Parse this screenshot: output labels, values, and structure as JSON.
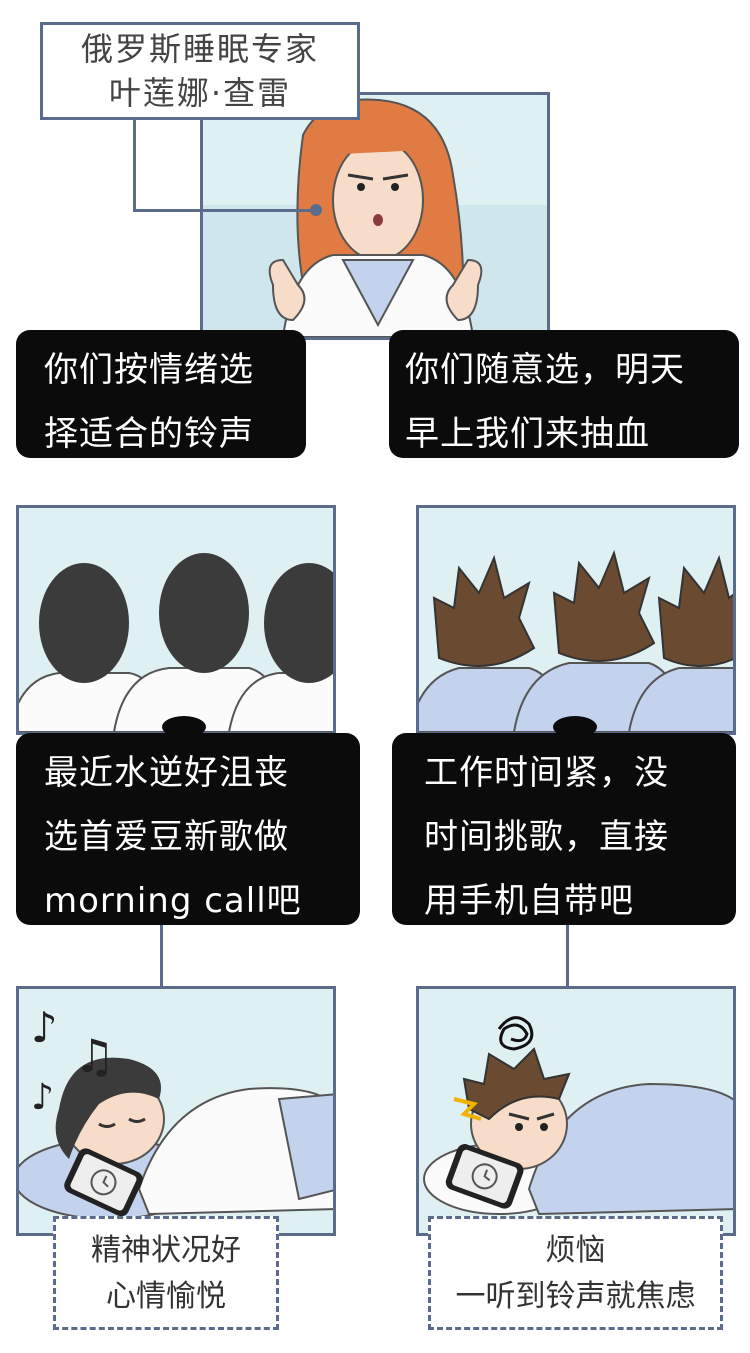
{
  "expert_label": {
    "line1": "俄罗斯睡眠专家",
    "line2": "叶莲娜·查雷"
  },
  "bubbles": {
    "left_top": {
      "line1": "你们按情绪选",
      "line2": "择适合的铃声"
    },
    "right_top": {
      "line1": "你们随意选，明天",
      "line2": "早上我们来抽血"
    },
    "left_mid": {
      "line1": "最近水逆好沮丧",
      "line2": "选首爱豆新歌做",
      "line3": "morning call吧"
    },
    "right_mid": {
      "line1": "工作时间紧，没",
      "line2": "时间挑歌，直接",
      "line3": "用手机自带吧"
    }
  },
  "captions": {
    "left": {
      "line1": "精神状况好",
      "line2": "心情愉悦"
    },
    "right": {
      "line1": "烦恼",
      "line2": "一听到铃声就焦虑"
    }
  },
  "colors": {
    "panel_bg": "#dff0f3",
    "panel_border": "#5a6b8c",
    "bubble_bg": "#0b0b0b",
    "expert_hair": "#e07c43",
    "group_a_shirt": "#fbfbfb",
    "group_b_shirt": "#c3d3ee"
  },
  "icons": {
    "music_note": "♪",
    "double_note": "♫",
    "alarm_phone": "alarm-clock-phone",
    "scribble": "anger-scribble"
  }
}
